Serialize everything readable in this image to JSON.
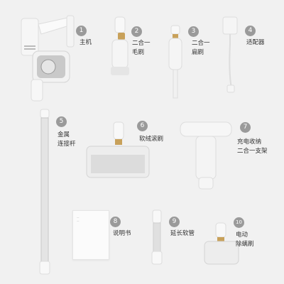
{
  "accent": "#9a9a9a",
  "items": [
    {
      "num": "1",
      "label": [
        "主机"
      ],
      "icon": "vacuum-main-body-icon"
    },
    {
      "num": "2",
      "label": [
        "二合一",
        "毛刷"
      ],
      "icon": "brush-head-icon"
    },
    {
      "num": "3",
      "label": [
        "二合一",
        "扁刷"
      ],
      "icon": "crevice-tool-icon"
    },
    {
      "num": "4",
      "label": [
        "适配器"
      ],
      "icon": "power-adapter-icon"
    },
    {
      "num": "5",
      "label": [
        "金属",
        "连接杆"
      ],
      "icon": "metal-tube-icon"
    },
    {
      "num": "6",
      "label": [
        "软绒滚刷"
      ],
      "icon": "roller-brush-icon"
    },
    {
      "num": "7",
      "label": [
        "充电收纳",
        "二合一支架"
      ],
      "icon": "charging-bracket-icon"
    },
    {
      "num": "8",
      "label": [
        "说明书"
      ],
      "icon": "manual-icon"
    },
    {
      "num": "9",
      "label": [
        "延长软管"
      ],
      "icon": "extension-hose-icon"
    },
    {
      "num": "10",
      "label": [
        "电动",
        "除螨刷"
      ],
      "icon": "mite-brush-icon"
    }
  ]
}
